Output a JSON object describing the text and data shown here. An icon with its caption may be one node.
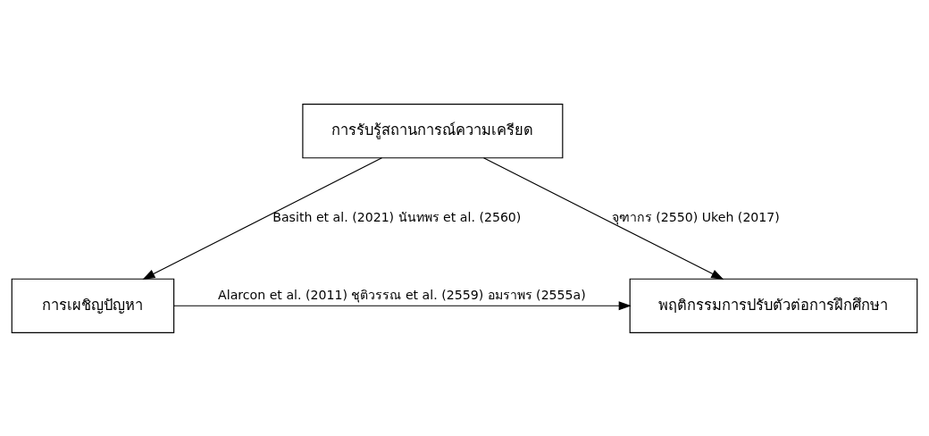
{
  "diagram": {
    "nodes": [
      {
        "text": [
          "การรับรู้สถานการณ์ความเครียด"
        ]
      },
      {
        "text": [
          "การเผชิญปัญหา"
        ]
      },
      {
        "text": [
          "พฤติกรรมการปรับตัวต่อการฝึกศึกษา"
        ]
      }
    ],
    "edges": [
      {
        "from": 0,
        "to": 1,
        "arrow": "to",
        "label": "Basith et al. (2021) นันทพร et al. (2560)"
      },
      {
        "from": 0,
        "to": 2,
        "arrow": "to",
        "label": "จุฑากร (2550) Ukeh (2017)"
      },
      {
        "from": 1,
        "to": 2,
        "arrow": "to",
        "label": "Alarcon et al. (2011) ชุติวรรณ et al. (2559) อมราพร (2555a)"
      }
    ]
  }
}
